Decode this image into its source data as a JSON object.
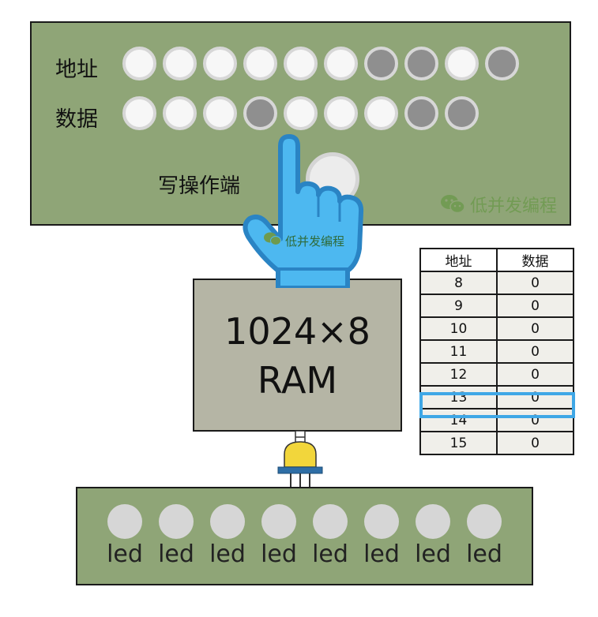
{
  "input_panel": {
    "address_label": "地址",
    "data_label": "数据",
    "write_label": "写操作端",
    "address_bits": [
      0,
      0,
      0,
      0,
      0,
      0,
      1,
      1,
      0,
      1
    ],
    "data_bits": [
      0,
      0,
      0,
      1,
      0,
      0,
      0,
      1,
      1
    ],
    "watermark": "低并发编程"
  },
  "hand": {
    "watermark": "低并发编程",
    "color": "#4db8f0"
  },
  "ram": {
    "line1": "1024×8",
    "line2": "RAM"
  },
  "memory_table": {
    "headers": [
      "地址",
      "数据"
    ],
    "rows": [
      [
        "8",
        "0"
      ],
      [
        "9",
        "0"
      ],
      [
        "10",
        "0"
      ],
      [
        "11",
        "0"
      ],
      [
        "12",
        "0"
      ],
      [
        "13",
        "0"
      ],
      [
        "14",
        "0"
      ],
      [
        "15",
        "0"
      ]
    ],
    "highlighted_row": "13",
    "highlight_color": "#3fa7e6"
  },
  "led_color": "#f2d63b",
  "outputs": [
    "led",
    "led",
    "led",
    "led",
    "led",
    "led",
    "led",
    "led"
  ]
}
